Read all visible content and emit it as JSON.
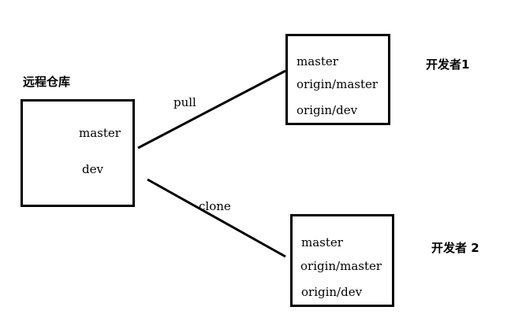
{
  "remote": {
    "title": "远程仓库",
    "branches": [
      "master",
      "dev"
    ]
  },
  "developer1": {
    "label": "开发者1",
    "branches": [
      "master",
      "origin/master",
      "origin/dev"
    ]
  },
  "developer2": {
    "label": "开发者 2",
    "branches": [
      "master",
      "origin/master",
      "origin/dev"
    ]
  },
  "arrows": {
    "pull_label": "pull",
    "clone_label": "clone"
  },
  "colors": {
    "stroke": "#000000",
    "background": "#ffffff"
  }
}
